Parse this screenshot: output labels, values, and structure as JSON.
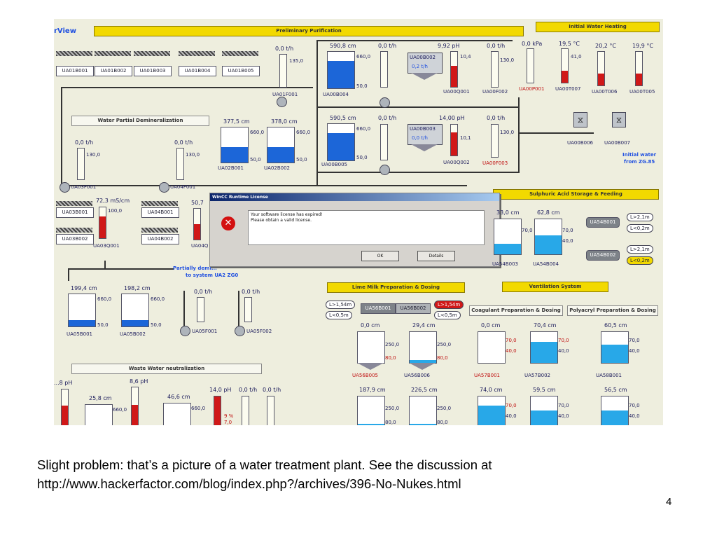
{
  "screen": {
    "app_title_fragment": "rView",
    "banners": {
      "preliminary": "Preliminary Purification",
      "initial_heating": "Initial Water Heating",
      "partial_demin": "Water Partial Demineralization",
      "sulphuric": "Sulphuric Acid Storage & Feeding",
      "lime_milk": "Lime Milk Preparation & Dosing",
      "ventilation": "Ventilation System",
      "coagulant": "Coagulant Preparation & Dosing",
      "polyacryl": "Polyacryl Preparation & Dosing",
      "waste_water": "Waste Water neutralization"
    },
    "units_top": [
      "UA01B001",
      "UA01B002",
      "UA01B003",
      "UA01B004",
      "UA01B005"
    ],
    "flow1": {
      "value": "0,0 t/h",
      "limit": "135,0",
      "pump": "UA01F001"
    },
    "tank1": {
      "value": "590,8 cm",
      "hi": "660,0",
      "lo": "50,0",
      "tag": "UA00B004"
    },
    "tank2": {
      "value": "590,5 cm",
      "hi": "660,0",
      "lo": "50,0",
      "tag": "UA00B005"
    },
    "flow_a": {
      "value": "0,0 t/h"
    },
    "flow_b": {
      "value": "0,0 t/h"
    },
    "filter1": {
      "tag": "UA00B002",
      "reading": "0,2 t/h"
    },
    "filter2": {
      "tag": "UA00B003",
      "reading": "0,0 t/h"
    },
    "ph1": {
      "value": "9,92 pH",
      "limit": "10,4",
      "tag": "UA00Q001"
    },
    "ph2": {
      "value": "14,00 pH",
      "limit": "10,1",
      "tag": "UA00Q002"
    },
    "flow_c": {
      "value": "0,0 t/h",
      "limit": "130,0",
      "tag": "UA00F002"
    },
    "flow_d": {
      "value": "0,0 t/h",
      "limit": "130,0",
      "tag": "UA00F003"
    },
    "pressure": {
      "value": "0,0 kPa",
      "tag": "UA00P001"
    },
    "temp1": {
      "value": "19,5 °C",
      "limit": "41,0",
      "tag": "UA00T007"
    },
    "temp2": {
      "value": "20,2 °C",
      "tag": "UA00T006"
    },
    "temp3": {
      "value": "19,9 °C",
      "tag": "UA00T005"
    },
    "heaters": [
      "UA00B006",
      "UA00B007"
    ],
    "initial_water": [
      "Initial water",
      "from ZG.85"
    ],
    "demin_flow1": {
      "value": "0,0 t/h",
      "limit": "130,0",
      "pump": "UA03F001"
    },
    "demin_flow2": {
      "value": "0,0 t/h",
      "limit": "130,0",
      "pump": "UA04F001"
    },
    "demin_tank1": {
      "value": "377,5 cm",
      "hi": "660,0",
      "lo": "50,0",
      "tag": "UA02B001"
    },
    "demin_tank2": {
      "value": "378,0 cm",
      "hi": "660,0",
      "lo": "50,0",
      "tag": "UA02B002"
    },
    "conductivity": {
      "value": "72,3 mS/cm",
      "limit": "100,0",
      "tag": "UA03Q001"
    },
    "cond2": {
      "value": "50,7",
      "tag_fragment": "UA04Q"
    },
    "exchangers": [
      "UA03B001",
      "UA03B002",
      "UA04B001",
      "UA04B002"
    ],
    "partially_demin": [
      "Partially demi...",
      "to system UA2 ZG0"
    ],
    "dialog": {
      "title": "WinCC Runtime License",
      "line1": "Your software license has expired!",
      "line2": "Please obtain a valid license.",
      "ok": "OK",
      "details": "Details"
    },
    "lower_tanks": [
      {
        "value": "199,4 cm",
        "hi": "660,0",
        "lo": "50,0",
        "tag": "UA05B001"
      },
      {
        "value": "198,2 cm",
        "hi": "660,0",
        "lo": "50,0",
        "tag": "UA05B002"
      }
    ],
    "lower_flows": [
      {
        "value": "0,0 t/h",
        "tag": "UA05F001"
      },
      {
        "value": "0,0 t/h",
        "tag": "UA05F002"
      }
    ],
    "acid_tanks": [
      {
        "value": "33,0 cm",
        "hi": "70,0",
        "lo": "40,0",
        "tag": "UA54B003"
      },
      {
        "value": "62,8 cm",
        "hi": "70,0",
        "lo": "40,0",
        "tag": "UA54B004"
      }
    ],
    "acid_units": [
      "UA54B001",
      "UA54B002"
    ],
    "alarm_labels": [
      "L>2,1m",
      "L<0,2m",
      "L>2,1m",
      "L<0,2m"
    ],
    "lime_units": [
      "UA56B001",
      "UA56B002"
    ],
    "lime_alarms": [
      "L>1,54m",
      "L<0,5m",
      "L>1,54m",
      "L<0,5m"
    ],
    "lime_tanks_row1": [
      {
        "value": "0,0 cm",
        "hi": "250,0",
        "lo": "80,0",
        "tag": "UA56B005"
      },
      {
        "value": "29,4 cm",
        "hi": "250,0",
        "lo": "80,0",
        "tag": "UA56B006"
      },
      {
        "value": "0,0 cm",
        "hi": "70,0",
        "lo": "40,0",
        "tag": "UA57B001"
      },
      {
        "value": "70,4 cm",
        "hi": "70,0",
        "lo": "40,0",
        "tag": "UA57B002"
      },
      {
        "value": "60,5 cm",
        "hi": "70,0",
        "lo": "40,0",
        "tag": "UA58B001"
      }
    ],
    "lime_tanks_row2": [
      {
        "value": "187,9 cm",
        "hi": "250,0",
        "lo": "80,0"
      },
      {
        "value": "226,5 cm",
        "hi": "250,0",
        "lo": "80,0"
      },
      {
        "value": "74,0 cm",
        "hi": "70,0",
        "lo": "40,0"
      },
      {
        "value": "59,5 cm",
        "hi": "70,0",
        "lo": "40,0"
      },
      {
        "value": "56,5 cm",
        "hi": "70,0",
        "lo": "40,0"
      }
    ],
    "waste": [
      {
        "value": "...8 pH"
      },
      {
        "value": "8,6 pH"
      },
      {
        "value": "25,8 cm",
        "hi": "660,0"
      },
      {
        "value": "46,6 cm",
        "hi": "660,0"
      },
      {
        "value": "14,0 pH",
        "limits": [
          "9 %",
          "7,0"
        ]
      },
      {
        "value": "0,0 t/h"
      },
      {
        "value": "0,0 t/h"
      }
    ]
  },
  "caption": {
    "line1": "Slight problem: that’s a picture of a water treatment plant. See the discussion at",
    "line2": "http://www.hackerfactor.com/blog/index.php?/archives/396-No-Nukes.html"
  },
  "page_number": "4"
}
